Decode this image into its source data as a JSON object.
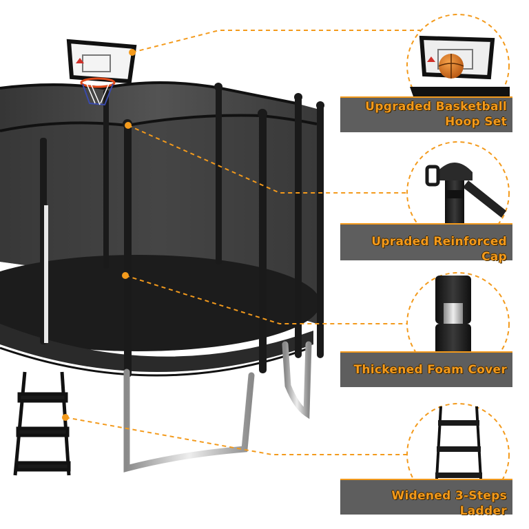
{
  "features": [
    {
      "lines": [
        "Upgraded Basketball",
        "Hoop Set"
      ],
      "icon": "basketball-hoop"
    },
    {
      "lines": [
        "Upraded Reinforced Cap"
      ],
      "icon": "pole-cap"
    },
    {
      "lines": [
        "Thickened Foam Cover"
      ],
      "icon": "foam-cover"
    },
    {
      "lines": [
        "Widened 3-Steps Ladder"
      ],
      "icon": "ladder"
    }
  ],
  "colors": {
    "accent": "#f39a1c",
    "label_bg": "#5e5e5e",
    "frame": "#2a2a2a",
    "net": "#3c3c3c",
    "mat": "#1f1f1f",
    "steel": "#b8b8b8"
  }
}
